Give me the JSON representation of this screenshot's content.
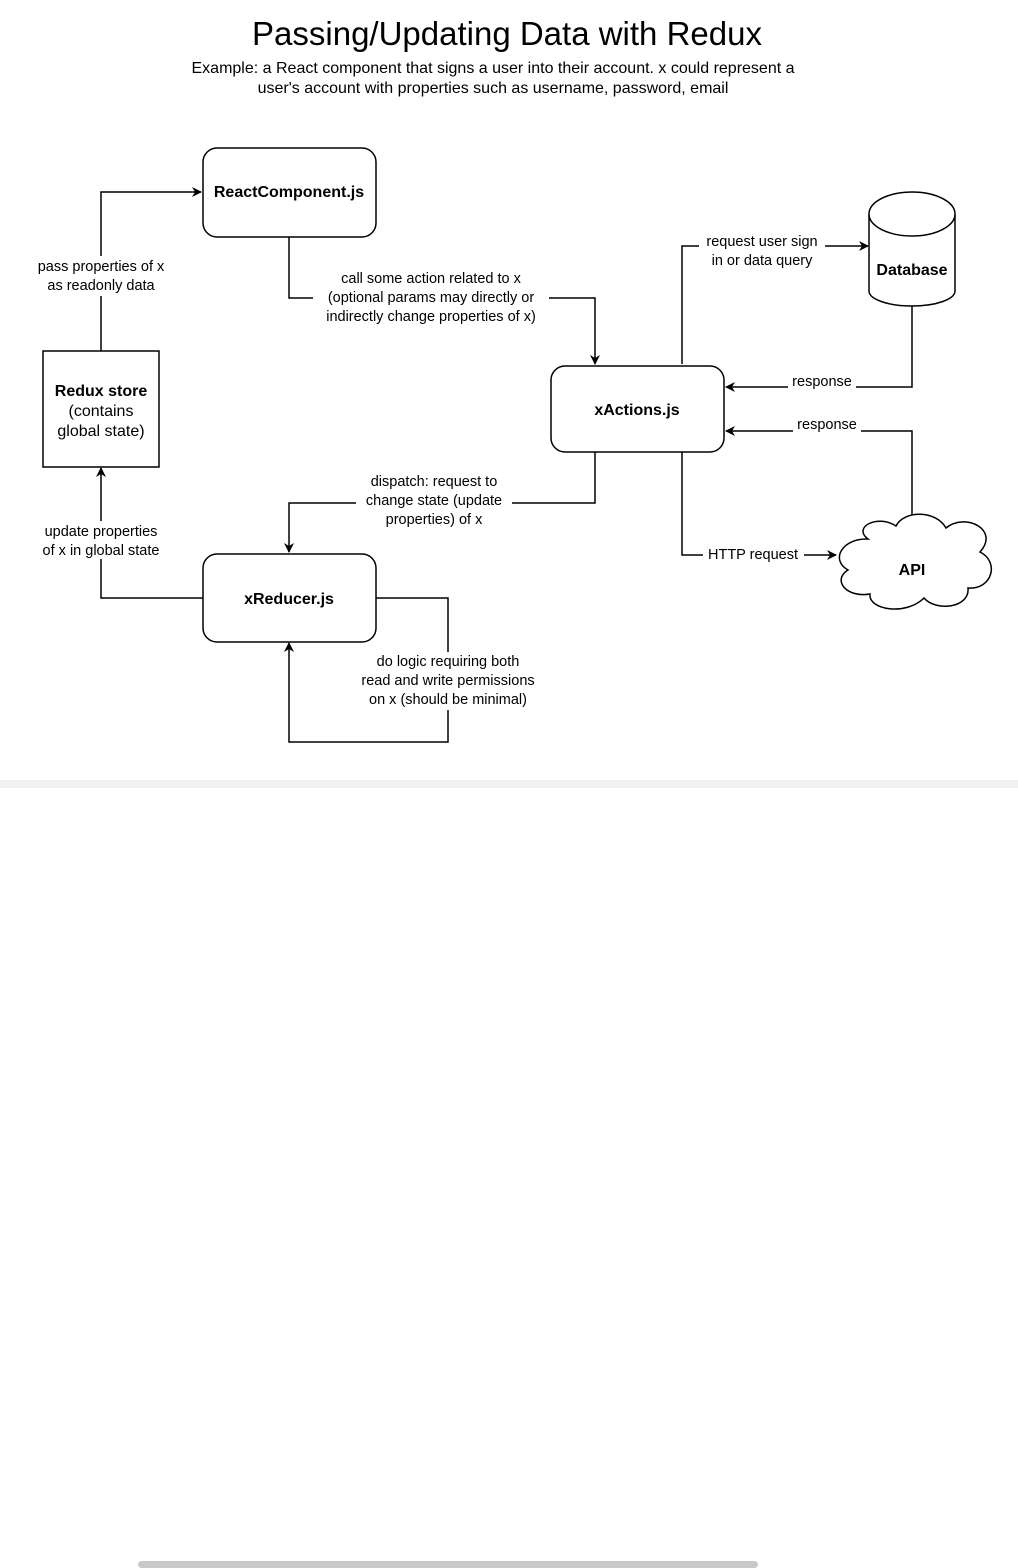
{
  "title": "Passing/Updating Data with Redux",
  "subtitle": [
    "Example: a React component that signs a user into their account. x could represent a",
    "user's account with properties such as username, password, email"
  ],
  "nodes": {
    "react_component": "ReactComponent.js",
    "redux_store": [
      "Redux store",
      "(contains",
      "global state)"
    ],
    "x_actions": "xActions.js",
    "x_reducer": "xReducer.js",
    "database": "Database",
    "api": "API"
  },
  "edges": {
    "store_to_component": [
      "pass properties of x",
      "as readonly data"
    ],
    "component_to_actions": [
      "call some action related to x",
      "(optional params may directly or",
      "indirectly change properties of x)"
    ],
    "actions_to_database": [
      "request user sign",
      "in or data query"
    ],
    "database_response": "response",
    "api_response": "response",
    "actions_to_api": "HTTP request",
    "actions_to_reducer": [
      "dispatch: request to",
      "change state (update",
      "properties) of x"
    ],
    "reducer_to_store": [
      "update properties",
      "of x in global state"
    ],
    "reducer_self": [
      "do logic requiring both",
      "read and write permissions",
      "on x (should be minimal)"
    ]
  }
}
